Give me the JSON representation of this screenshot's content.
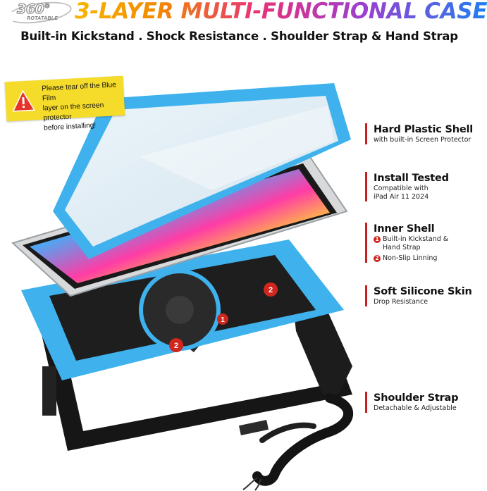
{
  "badge": {
    "number": "360°",
    "label": "ROTATABLE"
  },
  "header": {
    "title": "3-LAYER MULTI-FUNCTIONAL CASE",
    "subtitle": "Built-in Kickstand . Shock Resistance . Shoulder Strap & Hand Strap"
  },
  "warning": {
    "line1": "Please tear off the Blue Film",
    "line2": "layer on the screen protector",
    "line3": "before installing!"
  },
  "markers": {
    "one": "1",
    "two": "2"
  },
  "features": [
    {
      "title": "Hard Plastic Shell",
      "desc": "with built-in Screen Protector"
    },
    {
      "title": "Install Tested",
      "desc1": "Compatible with",
      "desc2": "iPad Air 11 2024"
    },
    {
      "title": "Inner Shell",
      "item1_num": "1",
      "item1a": "Built-in Kickstand &",
      "item1b": "Hand Strap",
      "item2_num": "2",
      "item2": "Non-Slip Linning"
    },
    {
      "title": "Soft Silicone Skin",
      "desc": "Drop Resistance"
    },
    {
      "title": "Shoulder Strap",
      "desc": "Detachable & Adjustable"
    }
  ],
  "colors": {
    "accent_red": "#c8201f",
    "case_blue": "#3fb2ee",
    "warning_yellow": "#f5dc2a",
    "bumper_black": "#121212"
  }
}
